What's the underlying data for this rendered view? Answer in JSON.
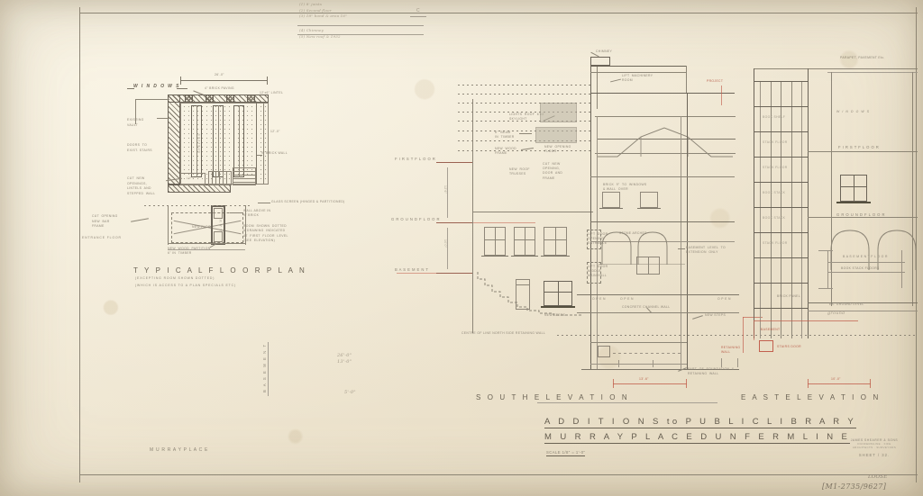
{
  "sheet": {
    "medium": "pencil-on-tracing-paper",
    "paper_color": "#f1e9d6",
    "ink_color": "#6b6458",
    "red_ink_color": "#c2604e"
  },
  "title_block": {
    "line1": "A D D I T I O N S  to  P U B L I C  L I B R A R Y",
    "line2": "M U R R A Y   P L A C E   D U N F E R M L I N E",
    "scale": "SCALE  1/8\" = 1'-0\"",
    "stamp": {
      "firm": "JAMES SHEARER & SONS",
      "line2": "DUNFERMLINE · FIFE",
      "line3": "ARCHITECTS · SURVEYORS",
      "sheet_no": "SHEET / 32."
    },
    "archive_ref": "[M1-2735/9627]",
    "archive_note": "LOOSE"
  },
  "drawings": [
    {
      "id": "plan",
      "caption": "T Y P I C A L    F L O O R    P L A N",
      "sub1": "(EXCEPTING  ROOM  SHOWN  DOTTED)",
      "sub2": "(WHICH IS ACCESS TO A PLAN SPECIALS ETC)"
    },
    {
      "id": "south",
      "caption": "S O U T H    E L E V A T I O N"
    },
    {
      "id": "east",
      "caption": "E A S T    E L E V A T I O N"
    }
  ],
  "plan_labels": {
    "windows": "W I N D O W S",
    "dim_top": "26'-0\"",
    "brick_paving": "4\" BRICK  PAVING",
    "concrete_lintel": "12'x6\" LINTEL",
    "existing_vault": "EXISTING\nVAULT",
    "doors_to_exist_stairs": "DOORS  TO\nEXIST. STAIRS",
    "cut_new_openings": "CUT  NEW\nOPENINGS,\nLINTELS  AND\nSTEPPED  WALL",
    "cut_opening_new_bar": "CUT  OPENING\nNEW  BAR\nFRAME",
    "new_floor": "NEW  FLOOR",
    "lav": "L A V.",
    "new_wood_partition": "NEW  WOOD  PARTITION\n6\" IN  TIMBER",
    "wall_above_in_hatch": "WALL ABOVE IN\n9\" BRICK",
    "room_shown_dotted": "ROOM  SHOWN  DOTTED\n& DRAWING  INDICATED\nAT  FIRST  FLOOR  LEVEL\n(SEE  ELEVATION)",
    "glass_screen": "GLASS SCREEN (HINGED & PARTITIONED)",
    "entrance_floor": "ENTRANCE  FLOOR",
    "brick_wall_9": "9\" BRICK  WALL",
    "basement_rot": "B A S E M E N T",
    "murray_place": "M U R R A Y    P L A C E"
  },
  "south_labels": {
    "chimney": "CHIMNEY",
    "lift_machinery": "LIFT  MACHINERY\nROOM",
    "lights_over_roof": "LIGHTS  ROOF  6'x3'\nSKYLIGHT",
    "beam_8": "8\"  BEAM\nIN  TIMBER",
    "new_wood_frame": "NEW  WOOD\nFRAME",
    "new_roof_trusses": "NEW  ROOF\nTRUSSES",
    "new_wood_opening_door_and_frame": "CUT  NEW\nOPENING,\nDOOR  AND\nFRAME",
    "new_opening_floor": "NEW  OPENING\nFLOOR",
    "first_floor": "F I R S T   F L O O R",
    "ground_floor": "G R O U N D   F L O O R",
    "basement": "B A S E M E N T",
    "brick_9_to_windows": "BRICK  9\"  TO  WINDOWS\n& WALL  OVER",
    "basement_level_to_extension": "BASEMENT  LEVEL  TO\nEXTENSION  ONLY",
    "lift_door_opening_entrance": "LIFT  DOOR\nOPENING\nENTRANCE",
    "lift_door_middle_main_hall": "LIFT  DOOR\nMIDDLE\nMAIN HALL",
    "stone_arches": "STONE  ARCHES",
    "open_left": "O P E N",
    "open_centre": "O P E N",
    "open_right": "O P E N",
    "concrete_channel_wall": "CONCRETE  CHANNEL  WALL",
    "new_steps_left": "NEW  STEPS",
    "new_steps_right": "NEW  STEPS",
    "centre_line_north_retaining": "CENTRE  OF  LINE  NORTH  SIDE  RETAINING  WALL",
    "part_of_foundation": "PART  OF  FOUNDATION  &\nRETAINING  WALL",
    "retaining_wall_red": "RETAINING\nWALL",
    "dim_centre": "13'-6\"",
    "dim_right": "10'-0\"",
    "red_note_top": "PROJECT",
    "basement_red": "BASEMENT",
    "existing_red": "STAIRS  DOOR"
  },
  "east_labels": {
    "parapet_pavement": "PARAPET,  PAVEMENT  Etc.",
    "windows": "W I N D O W S",
    "first_floor": "F I R S T   F L O O R",
    "ground_floor": "G R O U N D   F L O O R",
    "basement_floor": "B A S E M E N T   F L O O R",
    "book_stack_floors": "BOOK  STACK  FLOORS",
    "ex_ground_level": "EX.  GROUND  LEVEL",
    "shelf_stack_1": "BOOK  SHELF",
    "shelf_stack_2": "STACK  FLOOR",
    "shelf_stack_3": "STACK  FLOOR",
    "shelf_stack_4": "BOOK  STACK",
    "shelf_stack_5": "BOOK  STACK",
    "shelf_stack_6": "STACK  FLOOR",
    "brick_panel": "BRICK  PANEL"
  },
  "marginalia": {
    "top_notes": [
      "(1)  8' joists",
      "(2)  Second floor",
      "(3)  18\" bond & area 16\"",
      "(4)  Chimney",
      "(5)  New  roof & 1932"
    ],
    "centre_mark": "C",
    "pencil_calc_1": "26'-0\"",
    "pencil_calc_2": "13'-0\"",
    "pencil_calc_3": "5'-0\""
  }
}
